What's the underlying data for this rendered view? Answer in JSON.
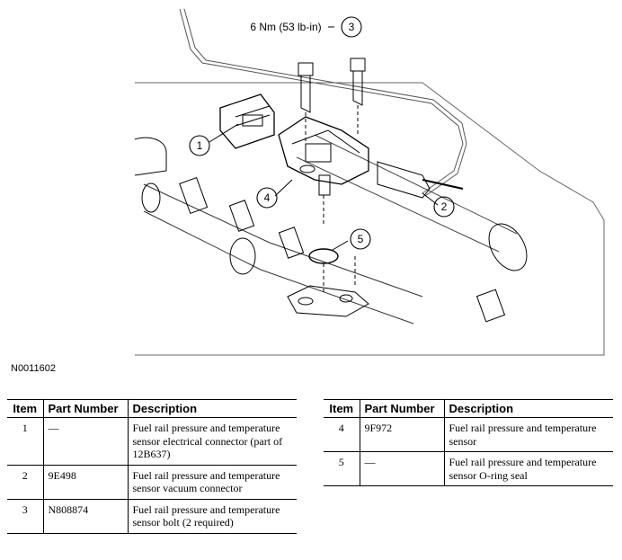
{
  "figure_id": "N0011602",
  "torque_label": "6 Nm (53 lb-in)",
  "callouts": [
    "1",
    "2",
    "3",
    "4",
    "5"
  ],
  "table_headers": {
    "item": "Item",
    "part_number": "Part Number",
    "description": "Description"
  },
  "parts": [
    {
      "item": "1",
      "part_number": "—",
      "description": "Fuel rail pressure and temperature sensor electrical connector (part of 12B637)"
    },
    {
      "item": "2",
      "part_number": "9E498",
      "description": "Fuel rail pressure and temperature sensor vacuum connector"
    },
    {
      "item": "3",
      "part_number": "N808874",
      "description": "Fuel rail pressure and temperature sensor bolt (2 required)"
    },
    {
      "item": "4",
      "part_number": "9F972",
      "description": "Fuel rail pressure and temperature sensor"
    },
    {
      "item": "5",
      "part_number": "—",
      "description": "Fuel rail pressure and temperature sensor O-ring seal"
    }
  ]
}
